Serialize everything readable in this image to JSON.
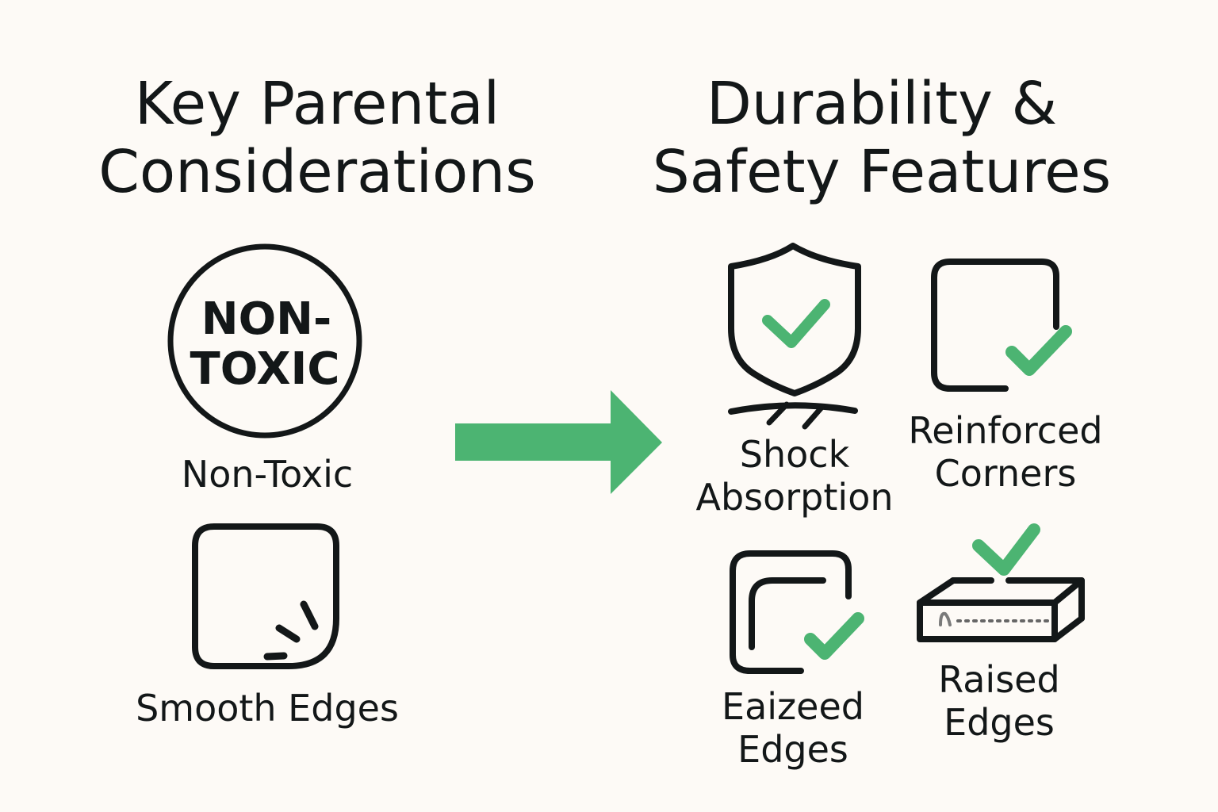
{
  "colors": {
    "background": "#fdfaf6",
    "ink": "#131718",
    "accent_green": "#4cb472"
  },
  "left_section": {
    "heading_line1": "Key Parental",
    "heading_line2": "Considerations",
    "items": [
      {
        "icon": "non-toxic-badge-icon",
        "badge_line1": "NON-",
        "badge_line2": "TOXIC",
        "label": "Non-Toxic"
      },
      {
        "icon": "smooth-edges-icon",
        "label": "Smooth Edges"
      }
    ]
  },
  "connector": {
    "icon": "arrow-right-icon"
  },
  "right_section": {
    "heading_line1": "Durability &",
    "heading_line2": "Safety Features",
    "items": [
      {
        "icon": "shield-check-icon",
        "label_line1": "Shock",
        "label_line2": "Absorption"
      },
      {
        "icon": "reinforced-corner-check-icon",
        "label_line1": "Reinforced",
        "label_line2": "Corners"
      },
      {
        "icon": "rounded-edge-check-icon",
        "label_line1": "Eaizeed",
        "label_line2": "Edges"
      },
      {
        "icon": "raised-box-check-icon",
        "label_line1": "Raised",
        "label_line2": "Edges"
      }
    ]
  }
}
